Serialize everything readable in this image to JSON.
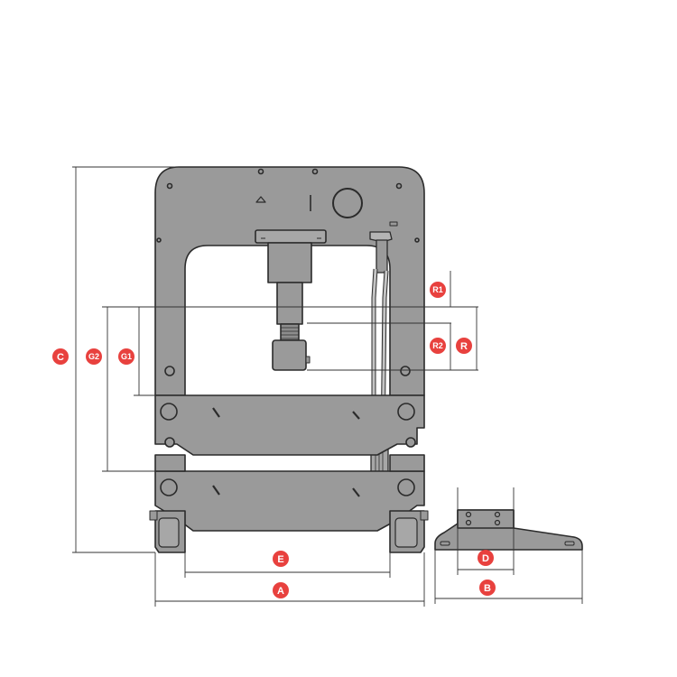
{
  "colors": {
    "frame_fill": "#9a9a9a",
    "frame_stroke": "#2b2b2b",
    "dimension_line": "#333333",
    "badge": "#e8413e",
    "badge_text": "#ffffff"
  },
  "labels": {
    "A": "A",
    "B": "B",
    "C": "C",
    "D": "D",
    "E": "E",
    "G1": "G1",
    "G2": "G2",
    "R": "R",
    "R1": "R1",
    "R2": "R2"
  }
}
